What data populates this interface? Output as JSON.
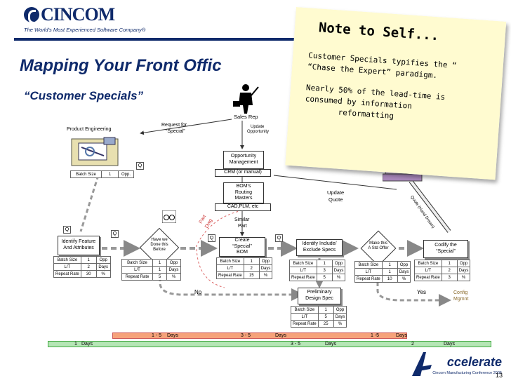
{
  "header": {
    "logo_text": "CINCOM",
    "tagline": "The World's Most Experienced Software Company®",
    "title": "Mapping Your Front Offic",
    "subtitle": "“Customer Specials”"
  },
  "note": {
    "title": "Note to Self...",
    "lines": [
      "Customer Specials typifies the “",
      "“Chase the Expert” paradigm.",
      "Nearly 50% of the lead-time is",
      "consumed by information",
      "reformatting"
    ]
  },
  "actors": {
    "product_engineering": "Product Engineering",
    "sales_rep": "Sales Rep"
  },
  "flows": {
    "request_for_special_1": "Request for",
    "request_for_special_2": "“Special”",
    "update_opportunity_1": "Update",
    "update_opportunity_2": "Opportunity",
    "update_quote_1": "Update",
    "update_quote_2": "Quote",
    "part_dwg_1": "Part",
    "part_dwg_2": "Dwg",
    "similar_part_1": "Similar",
    "similar_part_2": "Part",
    "no": "No",
    "yes": "Yes",
    "config_1": "Config",
    "config_2": "Mgmnt",
    "quote_arrow": "Quote (Hand Drawn)"
  },
  "systems": {
    "opportunity_1": "Opportunity",
    "opportunity_2": "Management",
    "crm": "CRM (or manual)",
    "bom_1": "BOM's",
    "bom_2": "Routing",
    "bom_3": "Masters",
    "cad": "CAD,PLM, etc"
  },
  "q_label": "Q",
  "pe_table": {
    "batch": "Batch Size",
    "val": "1",
    "unit": "Opp."
  },
  "processes": {
    "identify_feature_1": "Identify Feature",
    "identify_feature_2": "And Attributes",
    "have_we_1": "Have we",
    "have_we_2": "Done this",
    "have_we_3": "Before",
    "create_1": "Create",
    "create_2": "“Special”",
    "create_3": "BOM",
    "identify_include_1": "Identify Include/",
    "identify_include_2": "Exclude Specs",
    "make_this_1": "Make this",
    "make_this_2": "A Std Offer",
    "codify_1": "Codify the",
    "codify_2": "“Special”",
    "prelim_1": "Preliminary",
    "prelim_2": "Design Spec"
  },
  "tables": {
    "identify_feature": {
      "batch": "1",
      "batch_u": "Opp",
      "lt": "2",
      "lt_u": "Days",
      "rr": "30",
      "rr_u": "%"
    },
    "have_we": {
      "batch": "1",
      "batch_u": "Opp",
      "lt": "1",
      "lt_u": "Days",
      "rr": "5",
      "rr_u": "%"
    },
    "create": {
      "batch": "1",
      "batch_u": "Opp",
      "lt": "2",
      "lt_u": "Days",
      "rr": "15",
      "rr_u": "%"
    },
    "identify_include": {
      "batch": "1",
      "batch_u": "Opp",
      "lt": "3",
      "lt_u": "Days",
      "rr": "5",
      "rr_u": "%"
    },
    "make_this": {
      "batch": "1",
      "batch_u": "Opp",
      "lt": "1",
      "lt_u": "Days",
      "rr": "10",
      "rr_u": "%"
    },
    "codify": {
      "batch": "1",
      "batch_u": "Opp",
      "lt": "2",
      "lt_u": "Days",
      "rr": "3",
      "rr_u": "%"
    },
    "prelim": {
      "batch": "1",
      "batch_u": "Opp",
      "lt": "5",
      "lt_u": "Days",
      "rr": "25",
      "rr_u": "%"
    }
  },
  "row_labels": {
    "batch": "Batch Size",
    "lt": "L/T",
    "rr": "Repeat Rate"
  },
  "timeline": {
    "upper": [
      {
        "range": "1 - 5",
        "unit": "Days"
      },
      {
        "range": "3 - 5",
        "unit": "Days"
      },
      {
        "range": "1 -5",
        "unit": "Days"
      }
    ],
    "lower": [
      {
        "range": "1",
        "unit": "Days"
      },
      {
        "range": "3 - 5",
        "unit": "Days"
      },
      {
        "range": "2",
        "unit": "Days"
      }
    ]
  },
  "footer": {
    "accelerate": "ccelerate",
    "accelerate_sub": "Cincom Manufacturing Conference 2005",
    "page": "13"
  },
  "colors": {
    "brand": "#0f2a6b",
    "note_bg": "#fffbd0",
    "timeline_upper": "#f6a27a",
    "timeline_lower": "#b6e6b6",
    "arrow_grey": "#a0a0a0"
  }
}
